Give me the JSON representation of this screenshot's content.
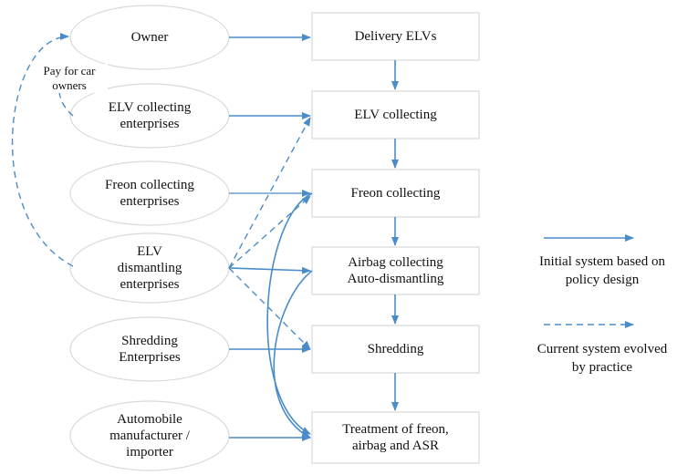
{
  "actors": [
    {
      "id": "owner",
      "label": "Owner"
    },
    {
      "id": "elv_collecting_ent",
      "label": "ELV collecting\nenterprises"
    },
    {
      "id": "freon_collecting_ent",
      "label": "Freon collecting\nenterprises"
    },
    {
      "id": "elv_dismantling_ent",
      "label": "ELV\ndismantling\nenterprises"
    },
    {
      "id": "shredding_ent",
      "label": "Shredding\nEnterprises"
    },
    {
      "id": "manufacturer",
      "label": "Automobile\nmanufacturer /\nimporter"
    }
  ],
  "processes": [
    {
      "id": "delivery",
      "label": "Delivery ELVs"
    },
    {
      "id": "elv_collecting",
      "label": "ELV collecting"
    },
    {
      "id": "freon_collecting",
      "label": "Freon collecting"
    },
    {
      "id": "airbag",
      "label": "Airbag collecting\nAuto-dismantling"
    },
    {
      "id": "shredding",
      "label": "Shredding"
    },
    {
      "id": "treatment",
      "label": "Treatment of freon,\nairbag and ASR"
    }
  ],
  "annotation": {
    "pay_for_owners": "Pay for car\nowners"
  },
  "legend": {
    "solid_label": "Initial system based on\npolicy design",
    "dashed_label": "Current system evolved\nby practice"
  },
  "colors": {
    "arrow": "#4a8cc9",
    "ellipse_stroke": "#d9d9d9",
    "box_stroke": "#d9d9d9"
  }
}
